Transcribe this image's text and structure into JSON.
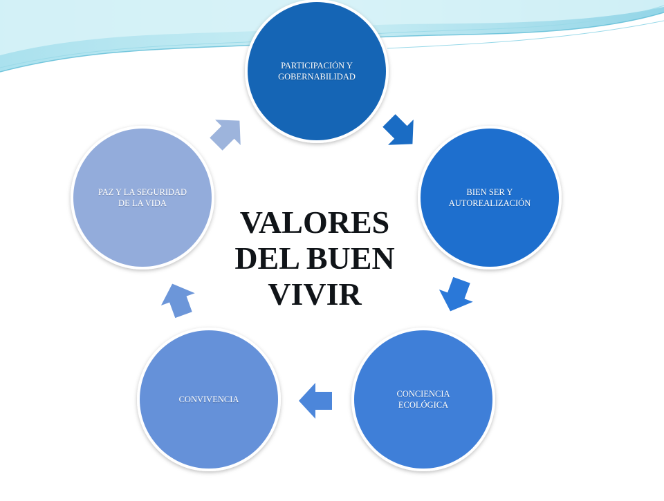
{
  "diagram": {
    "title": "VALORES DEL BUEN VIVIR",
    "nodes": [
      {
        "id": "participacion",
        "label": "PARTICIPACIÓN Y GOBERNABILIDAD",
        "color": "#1565b5"
      },
      {
        "id": "bien-ser",
        "label": "BIEN SER Y AUTOREALIZACIÓN",
        "color": "#1e6fce"
      },
      {
        "id": "conciencia",
        "label": "CONCIENCIA ECOLÓGICA",
        "color": "#3f7fd8"
      },
      {
        "id": "convivencia",
        "label": "CONVIVENCIA",
        "color": "#6591d9"
      },
      {
        "id": "paz",
        "label": "PAZ Y LA SEGURIDAD DE LA VIDA",
        "color": "#93acdb"
      }
    ],
    "arrows": [
      {
        "from": "participacion",
        "to": "bien-ser",
        "color": "#1a6cc4"
      },
      {
        "from": "bien-ser",
        "to": "conciencia",
        "color": "#2a78d8"
      },
      {
        "from": "conciencia",
        "to": "convivencia",
        "color": "#4c86da"
      },
      {
        "from": "convivencia",
        "to": "paz",
        "color": "#6c96d9"
      },
      {
        "from": "paz",
        "to": "participacion",
        "color": "#9db4dc"
      }
    ]
  },
  "decoration": {
    "wave_colors": [
      "#7fd0e4",
      "#a8e2ee",
      "#d8f2f7"
    ]
  }
}
